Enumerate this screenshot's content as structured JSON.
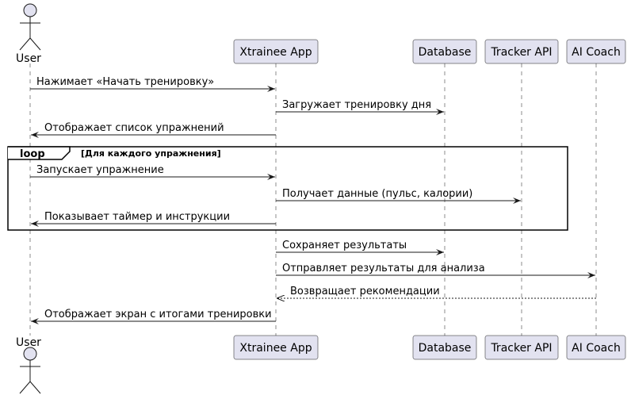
{
  "participants": [
    {
      "id": "user",
      "label": "User",
      "kind": "actor"
    },
    {
      "id": "app",
      "label": "Xtrainee App",
      "kind": "participant"
    },
    {
      "id": "db",
      "label": "Database",
      "kind": "participant"
    },
    {
      "id": "tracker",
      "label": "Tracker API",
      "kind": "participant"
    },
    {
      "id": "coach",
      "label": "AI Coach",
      "kind": "participant"
    }
  ],
  "messages": [
    {
      "from": "user",
      "to": "app",
      "text": "Нажимает «Начать тренировку»",
      "style": "solid"
    },
    {
      "from": "app",
      "to": "db",
      "text": "Загружает тренировку дня",
      "style": "solid"
    },
    {
      "from": "app",
      "to": "user",
      "text": "Отображает список упражнений",
      "style": "solid"
    },
    {
      "from": "user",
      "to": "app",
      "text": "Запускает упражнение",
      "style": "solid"
    },
    {
      "from": "app",
      "to": "tracker",
      "text": "Получает данные (пульс, калории)",
      "style": "solid"
    },
    {
      "from": "app",
      "to": "user",
      "text": "Показывает таймер и инструкции",
      "style": "solid"
    },
    {
      "from": "app",
      "to": "db",
      "text": "Сохраняет результаты",
      "style": "solid"
    },
    {
      "from": "app",
      "to": "coach",
      "text": "Отправляет результаты для анализа",
      "style": "solid"
    },
    {
      "from": "coach",
      "to": "app",
      "text": "Возвращает рекомендации",
      "style": "dashed"
    },
    {
      "from": "app",
      "to": "user",
      "text": "Отображает экран с итогами тренировки",
      "style": "solid"
    }
  ],
  "loop": {
    "keyword": "loop",
    "condition": "[Для каждого упражнения]",
    "first_message": 3,
    "last_message": 5
  },
  "colors": {
    "participant_fill": "#E2E2F0",
    "participant_stroke": "#181818",
    "lifeline": "#181818",
    "arrow": "#181818"
  }
}
